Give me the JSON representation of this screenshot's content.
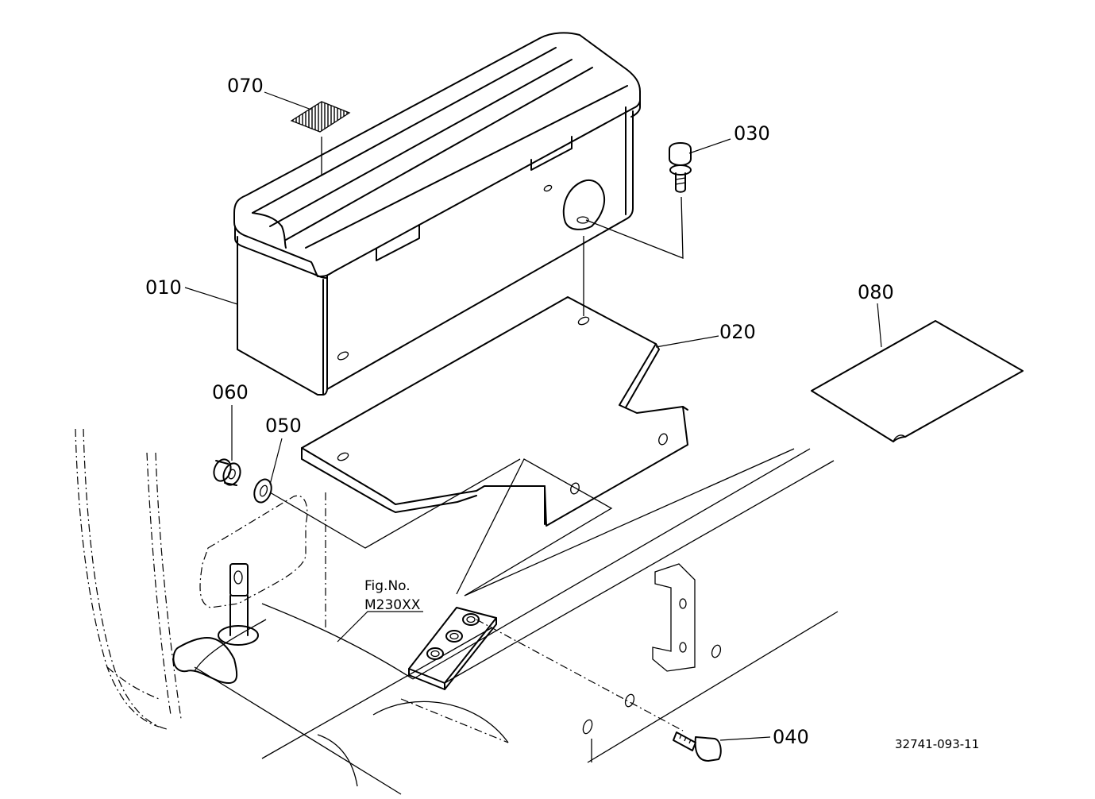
{
  "diagram": {
    "callouts": {
      "p010": "010",
      "p020": "020",
      "p030": "030",
      "p040": "040",
      "p050": "050",
      "p060": "060",
      "p070": "070",
      "p080": "080"
    },
    "figure_ref": {
      "line1": "Fig.No.",
      "line2": "M230XX"
    },
    "drawing_code": "32741-093-11"
  },
  "colors": {
    "ink": "#000000",
    "paper": "#ffffff"
  }
}
